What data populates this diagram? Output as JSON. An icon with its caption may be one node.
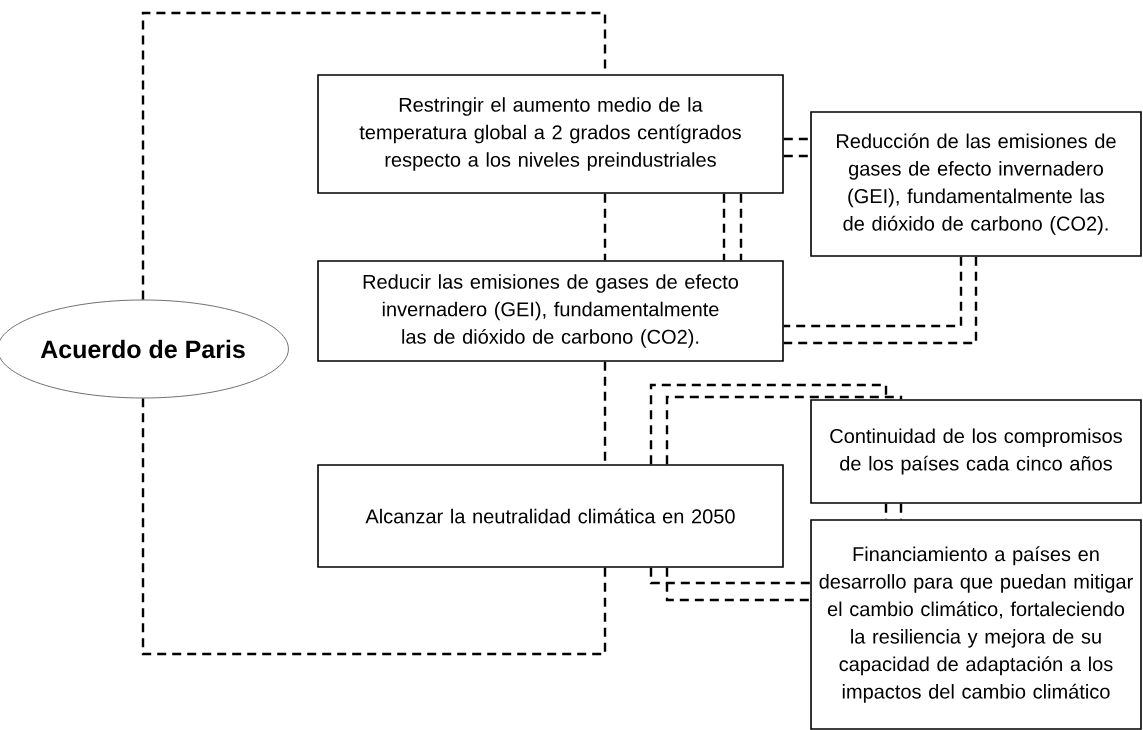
{
  "diagram": {
    "nodes": [
      {
        "text": [
          "Acuerdo de Paris"
        ]
      },
      {
        "text": [
          "Restringir el aumento medio de la temperatura global a 2 grados centígrados respecto a los niveles preindustriales"
        ]
      },
      {
        "text": [
          "Reducir las emisiones de gases de efecto invernadero (GEI), fundamentalmente las de dióxido de carbono (CO2)."
        ]
      },
      {
        "text": [
          "Reducción de las emisiones de gases de efecto invernadero (GEI), fundamentalmente las de dióxido de carbono (CO2)."
        ]
      },
      {
        "text": [
          "Alcanzar la neutralidad climática en 2050"
        ]
      },
      {
        "text": [
          "Continuidad de los compromisos de los países cada cinco años"
        ]
      },
      {
        "text": [
          "Financiamiento a países en desarrollo para que puedan mitigar el cambio climático, fortaleciendo la resiliencia y mejora de su capacidad de adaptación a los impactos del cambio climático"
        ]
      }
    ],
    "edges": [
      {
        "from": 0,
        "to": 1,
        "arrow": "none",
        "style": "dashed"
      },
      {
        "from": 1,
        "to": 2,
        "arrow": "none",
        "style": "dashed"
      },
      {
        "from": 2,
        "to": 4,
        "arrow": "none",
        "style": "dashed"
      },
      {
        "from": 4,
        "to": 0,
        "arrow": "none",
        "style": "dashed"
      },
      {
        "from": 1,
        "to": 3,
        "arrow": "none",
        "style": "dashed"
      },
      {
        "from": 1,
        "to": 3,
        "arrow": "none",
        "style": "dashed"
      },
      {
        "from": 1,
        "to": 2,
        "arrow": "none",
        "style": "dashed"
      },
      {
        "from": 1,
        "to": 2,
        "arrow": "none",
        "style": "dashed"
      },
      {
        "from": 3,
        "to": 2,
        "arrow": "none",
        "style": "dashed"
      },
      {
        "from": 3,
        "to": 2,
        "arrow": "none",
        "style": "dashed"
      },
      {
        "from": 4,
        "to": 5,
        "arrow": "none",
        "style": "dashed"
      },
      {
        "from": 4,
        "to": 5,
        "arrow": "none",
        "style": "dashed"
      },
      {
        "from": 5,
        "to": 6,
        "arrow": "none",
        "style": "dashed"
      },
      {
        "from": 5,
        "to": 6,
        "arrow": "none",
        "style": "dashed"
      },
      {
        "from": 4,
        "to": 6,
        "arrow": "none",
        "style": "dashed"
      },
      {
        "from": 4,
        "to": 6,
        "arrow": "none",
        "style": "dashed"
      }
    ]
  }
}
